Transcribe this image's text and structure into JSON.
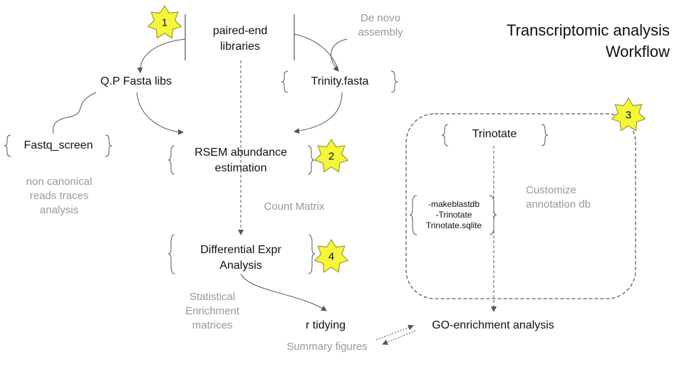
{
  "title": {
    "line1": "Transcriptomic analysis",
    "line2": "Workflow"
  },
  "nodes": {
    "paired_end": {
      "line1": "paired-end",
      "line2": "libraries"
    },
    "de_novo": {
      "line1": "De novo",
      "line2": "assembly"
    },
    "qp_fasta": "Q.P Fasta libs",
    "trinity_fasta": "Trinity.fasta",
    "fastq_screen": "Fastq_screen",
    "non_canonical": {
      "line1": "non canonical",
      "line2": "reads traces",
      "line3": "analysis"
    },
    "rsem": {
      "line1": "RSEM abundance",
      "line2": "estimation"
    },
    "count_matrix": "Count Matrix",
    "diff_expr": {
      "line1": "Differential Expr",
      "line2": "Analysis"
    },
    "statistical": {
      "line1": "Statistical",
      "line2": "Enrichment",
      "line3": "matrices"
    },
    "r_tidying": "r tidying",
    "summary_figures": "Summary figures",
    "trinotate": "Trinotate",
    "trinotate_steps": {
      "line1": "-makeblastdb",
      "line2": "-Trinotate",
      "line3": "Trinotate.sqlite"
    },
    "customize": {
      "line1": "Customize",
      "line2": "annotation db"
    },
    "go_enrichment": "GO-enrichment analysis"
  },
  "badges": [
    "1",
    "2",
    "3",
    "4"
  ],
  "colors": {
    "badge_fill": "#f5f53a",
    "badge_stroke": "#8a8a2a",
    "gray_text": "#999999",
    "line": "#555555"
  }
}
